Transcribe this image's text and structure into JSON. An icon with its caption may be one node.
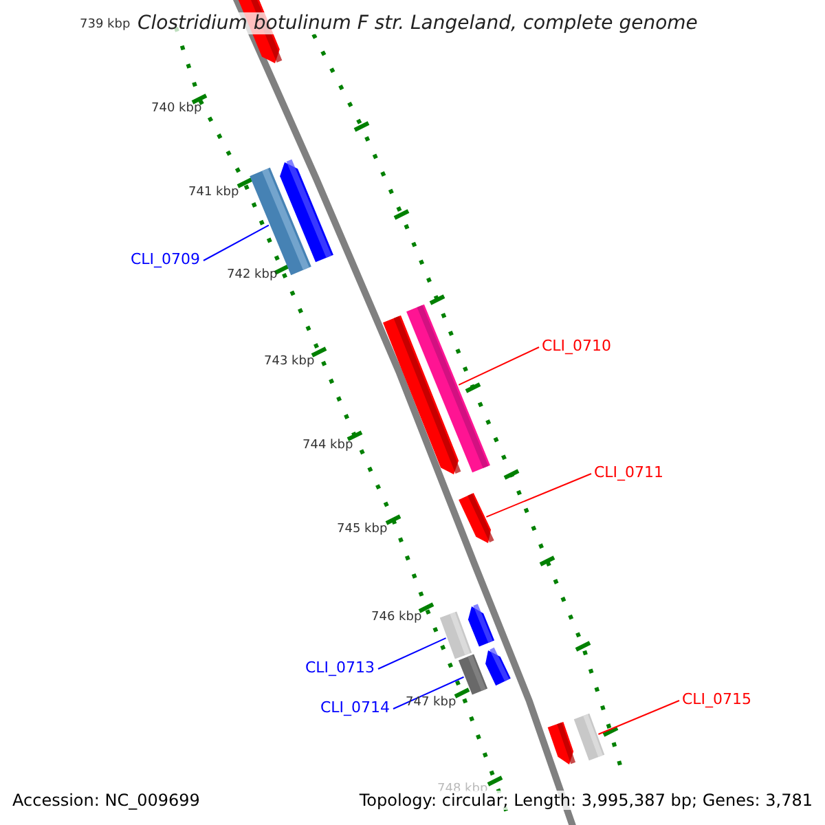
{
  "diagram": {
    "title": "Clostridium botulinum F str. Langeland, complete genome",
    "nodes": [
      {
        "text": [],
        "shape": "arrow"
      },
      {
        "text": [],
        "shape": "box"
      },
      {
        "text": [],
        "shape": "arrow"
      },
      {
        "text": [
          "CLI_0709"
        ]
      },
      {
        "text": [],
        "shape": "arrow"
      },
      {
        "text": [],
        "shape": "box"
      },
      {
        "text": [
          "CLI_0710"
        ]
      },
      {
        "text": [
          "CLI_0711"
        ]
      },
      {
        "text": [],
        "shape": "arrow"
      },
      {
        "text": [],
        "shape": "box"
      },
      {
        "text": [],
        "shape": "arrow"
      },
      {
        "text": [
          "CLI_0713"
        ]
      },
      {
        "text": [],
        "shape": "box"
      },
      {
        "text": [],
        "shape": "arrow"
      },
      {
        "text": [
          "CLI_0714"
        ]
      },
      {
        "text": [],
        "shape": "arrow"
      },
      {
        "text": [],
        "shape": "box"
      },
      {
        "text": [
          "CLI_0715"
        ]
      }
    ],
    "edges": [
      {
        "from": 3,
        "to": 1,
        "arrow": "none",
        "color": "#0000ff"
      },
      {
        "from": 6,
        "to": 5,
        "arrow": "none",
        "color": "#ff0000"
      },
      {
        "from": 7,
        "to": 8,
        "arrow": "none",
        "color": "#ff0000"
      },
      {
        "from": 11,
        "to": 9,
        "arrow": "none",
        "color": "#0000ff"
      },
      {
        "from": 14,
        "to": 12,
        "arrow": "none",
        "color": "#0000ff"
      },
      {
        "from": 17,
        "to": 16,
        "arrow": "none",
        "color": "#ff0000"
      }
    ],
    "labels": [
      "739 kbp",
      "740 kbp",
      "741 kbp",
      "742 kbp",
      "743 kbp",
      "744 kbp",
      "745 kbp",
      "746 kbp",
      "747 kbp",
      "748 kbp",
      "Accession: NC_009699",
      "Topology: circular; Length: 3,995,387 bp; Genes: 3,781"
    ]
  }
}
